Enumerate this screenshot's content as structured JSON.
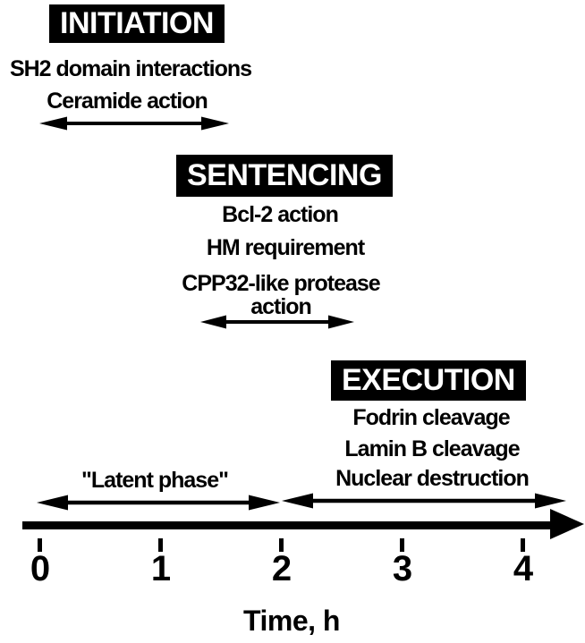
{
  "figure_type": "apoptosis-phase-timeline",
  "colors": {
    "ink": "#000000",
    "background": "#ffffff"
  },
  "phases": [
    {
      "label": "INITIATION",
      "events": [
        "SH2 domain interactions",
        "Ceramide action"
      ],
      "time_span_h": [
        0,
        1.6
      ]
    },
    {
      "label": "SENTENCING",
      "events": [
        "Bcl-2 action",
        "HM requirement",
        "CPP32-like protease action"
      ],
      "time_span_h": [
        1.35,
        2.6
      ]
    },
    {
      "label": "EXECUTION",
      "events": [
        "Fodrin cleavage",
        "Lamin B cleavage",
        "Nuclear destruction"
      ],
      "time_span_h": [
        2,
        4.3
      ]
    }
  ],
  "timeline": {
    "latent_phase_label": "\"Latent phase\"",
    "latent_span_h": [
      0,
      2
    ],
    "nuclear_destruction_span_h": [
      2,
      4.3
    ],
    "tick_labels": [
      "0",
      "1",
      "2",
      "3",
      "4"
    ],
    "axis_label": "Time, h"
  }
}
